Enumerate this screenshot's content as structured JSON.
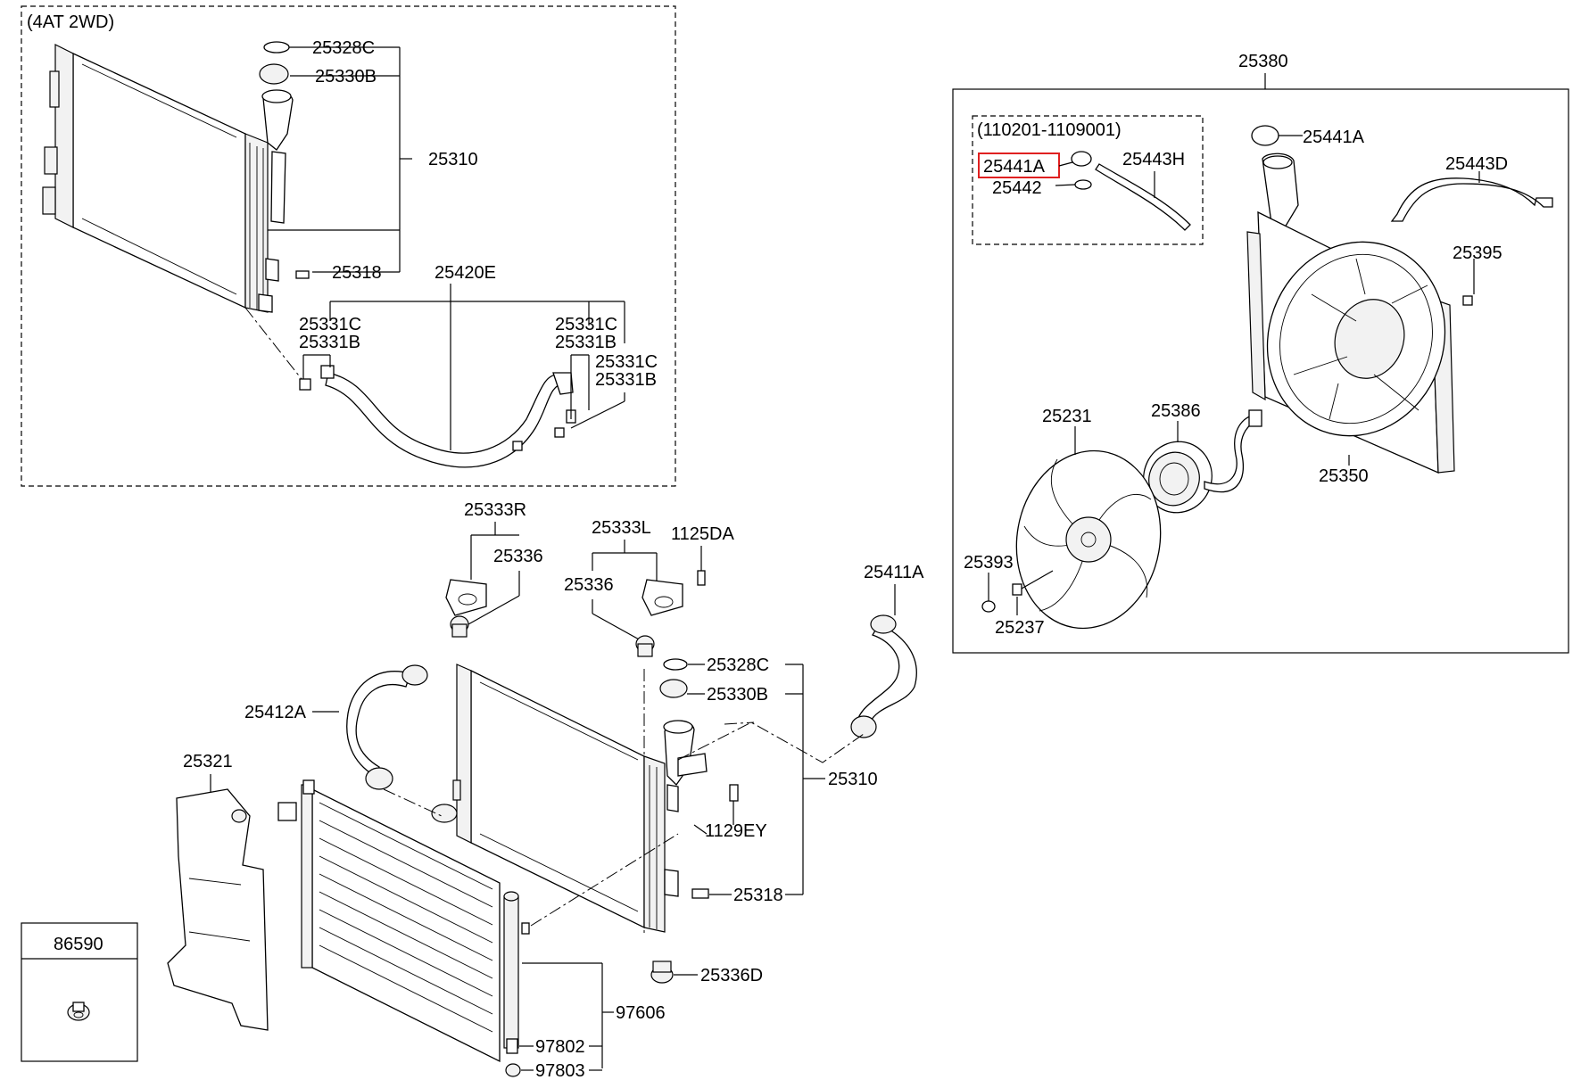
{
  "diagram": {
    "box_titles": {
      "at_2wd": "(4AT 2WD)",
      "serial_range": "(110201-1109001)"
    },
    "fan_assembly": {
      "assembly_label": "25380",
      "highlighted_part": "25441A",
      "labels": {
        "cap_top": "25441A",
        "cap_highlight": "25441A",
        "gasket": "25442",
        "hose_h": "25443H",
        "hose_d": "25443D",
        "screw_95": "25395",
        "fan": "25231",
        "motor": "25386",
        "shroud": "25350",
        "nut": "25393",
        "washer": "25237"
      }
    },
    "top_left": {
      "labels": {
        "cap_seal": "25328C",
        "cap": "25330B",
        "radiator": "25310",
        "drain_plug": "25318",
        "hose_assy": "25420E",
        "clamp_c1": "25331C",
        "clamp_b1": "25331B",
        "clamp_c2": "25331C",
        "clamp_b2": "25331B",
        "clamp_c3": "25331C",
        "clamp_b3": "25331B"
      }
    },
    "main": {
      "labels": {
        "bracket_r": "25333R",
        "insulator_r": "25336",
        "bracket_l": "25333L",
        "bolt_1125": "1125DA",
        "insulator_l": "25336",
        "hose_upper": "25411A",
        "cap_seal": "25328C",
        "cap": "25330B",
        "hose_lower": "25412A",
        "radiator": "25310",
        "guard": "25321",
        "bolt_1129": "1129EY",
        "drain_plug": "25318",
        "insulator_d": "25336D",
        "condenser": "97606",
        "part_97802": "97802",
        "part_97803": "97803"
      }
    },
    "clip_box": {
      "label": "86590"
    }
  }
}
